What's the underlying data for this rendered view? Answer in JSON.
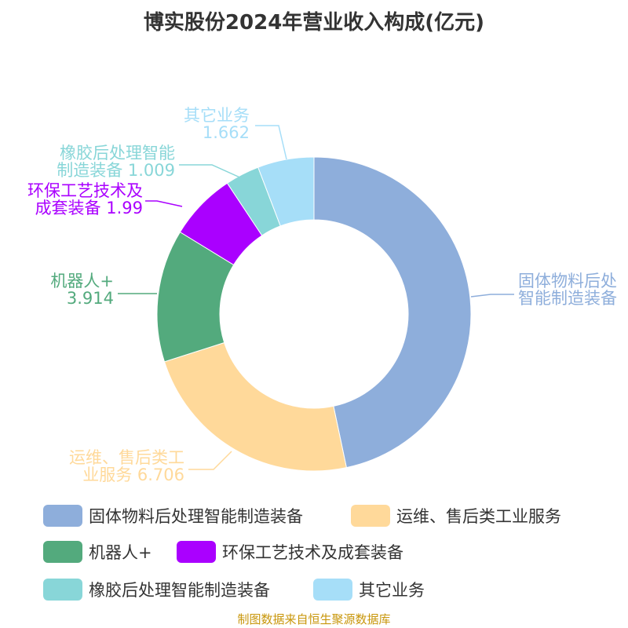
{
  "chart_data": {
    "type": "pie",
    "donut": true,
    "title": "博实股份2024年营业收入构成(亿元)",
    "series": [
      {
        "name": "固体物料后处理智能制造装备",
        "label_lines": [
          "固体物料后处",
          "智能制造装备"
        ],
        "value": 13.38,
        "color": "#8eaedb"
      },
      {
        "name": "运维、售后类工业服务",
        "label_lines": [
          "运维、售后类工",
          "业服务 6.706"
        ],
        "value": 6.706,
        "color": "#ffd99a"
      },
      {
        "name": "机器人+",
        "label_lines": [
          "机器人+",
          "3.914"
        ],
        "value": 3.914,
        "color": "#53aa7d"
      },
      {
        "name": "环保工艺技术及成套装备",
        "label_lines": [
          "环保工艺技术及",
          "成套装备 1.99"
        ],
        "value": 1.99,
        "color": "#aa00ff"
      },
      {
        "name": "橡胶后处理智能制造装备",
        "label_lines": [
          "橡胶后处理智能",
          "制造装备 1.009"
        ],
        "value": 1.009,
        "color": "#88d6d8"
      },
      {
        "name": "其它业务",
        "label_lines": [
          "其它业务",
          "1.662"
        ],
        "value": 1.662,
        "color": "#a6def8"
      }
    ],
    "legend_position": "bottom"
  },
  "source": "制图数据来自恒生聚源数据库"
}
